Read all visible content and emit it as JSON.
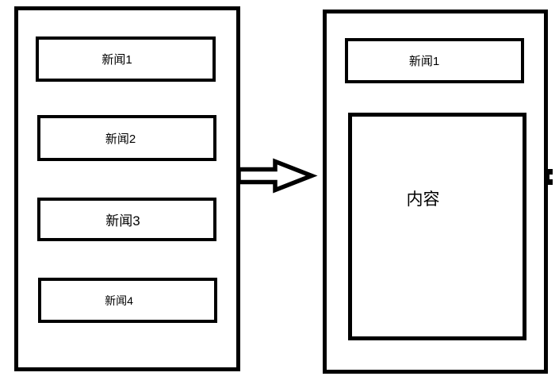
{
  "colors": {
    "stroke": "#000000",
    "background": "#ffffff"
  },
  "left_panel": {
    "items": [
      {
        "label": "新闻1"
      },
      {
        "label": "新闻2"
      },
      {
        "label": "新闻3"
      },
      {
        "label": "新闻4"
      }
    ]
  },
  "arrow": {
    "direction": "right"
  },
  "right_panel": {
    "header_label": "新闻1",
    "content_label": "内容"
  }
}
